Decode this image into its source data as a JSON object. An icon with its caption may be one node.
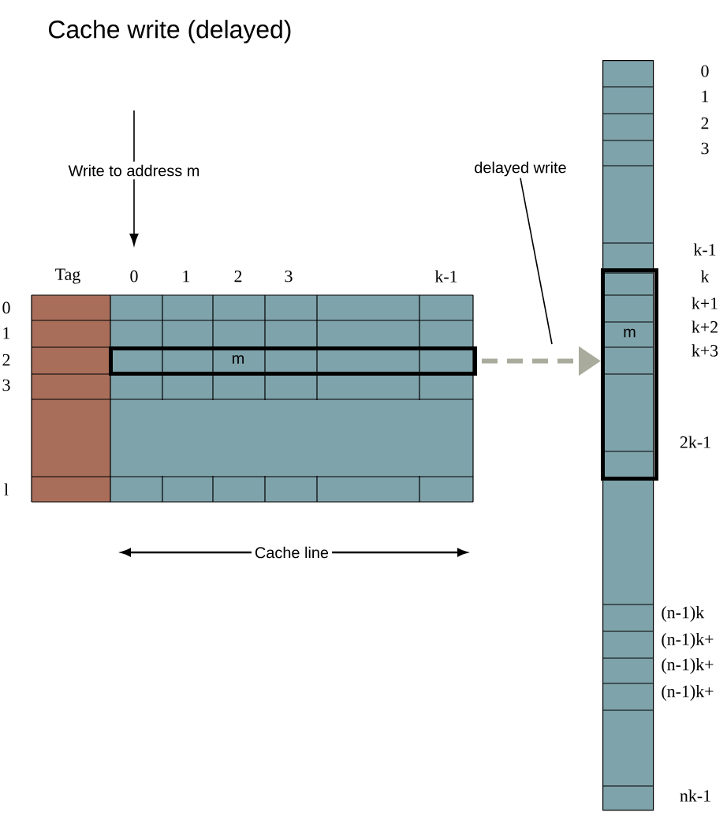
{
  "diagram": {
    "title": "Cache write (delayed)",
    "nodes": [
      {
        "text": [
          "Tag",
          "0",
          "1",
          "2",
          "3",
          "k-1"
        ]
      },
      {
        "text": [
          "m"
        ],
        "in": 0
      },
      {
        "text": [],
        "shape": "box"
      },
      {
        "text": [
          "m"
        ],
        "in": 2
      },
      {
        "text": [
          "delayed write"
        ]
      }
    ],
    "edges": [
      {
        "from": null,
        "to": 0,
        "arrow": "to",
        "label": "Write to address m"
      },
      {
        "from": 1,
        "to": 3,
        "arrow": "to",
        "style": "dashed",
        "color": "#a9ab9c"
      },
      {
        "from": 4,
        "to": null,
        "arrow": "none"
      }
    ],
    "labels": [
      "0",
      "1",
      "2",
      "3",
      "k-1",
      "k",
      "k+1",
      "k+2",
      "k+3",
      "0",
      "1",
      "2",
      "3",
      "l",
      "2k-1",
      "Cache line",
      "(n-1)k",
      "(n-1)k+",
      "(n-1)k+",
      "(n-1)k+",
      "nk-1"
    ]
  }
}
